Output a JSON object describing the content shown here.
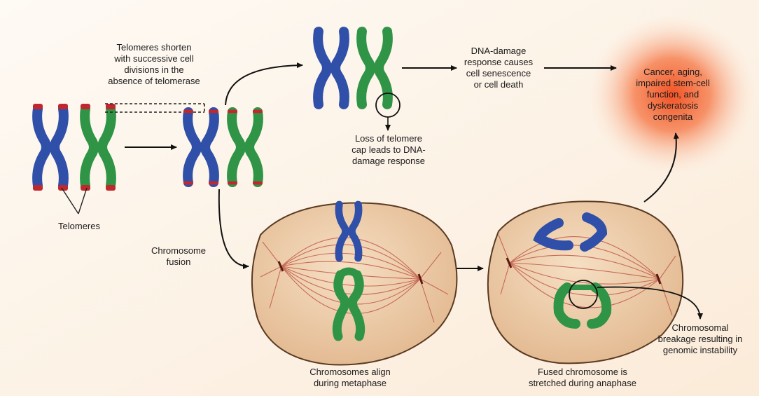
{
  "labels": {
    "telomeres_shorten": "Telomeres shorten\nwith successive cell\ndivisions in the\nabsence of telomerase",
    "telomeres": "Telomeres",
    "chromosome_fusion": "Chromosome\nfusion",
    "loss_of_cap": "Loss of telomere\ncap leads to DNA-\ndamage response",
    "dna_damage": "DNA-damage\nresponse causes\ncell senescence\nor cell death",
    "outcomes": "Cancer, aging,\nimpaired stem-cell\nfunction, and\ndyskeratosis\ncongenita",
    "metaphase": "Chromosomes align\nduring metaphase",
    "anaphase": "Fused chromosome is\nstretched during anaphase",
    "breakage": "Chromosomal\nbreakage resulting in\ngenomic instability"
  },
  "colors": {
    "background": "#fdf4ea",
    "blue_chromosome": "#2f4fa8",
    "green_chromosome": "#2f9446",
    "telomere_red": "#c0282e",
    "cell_fill": "#eecfae",
    "cell_outline": "#5a3a22",
    "spindle": "#c0594a",
    "glow": "#f26a3a"
  }
}
